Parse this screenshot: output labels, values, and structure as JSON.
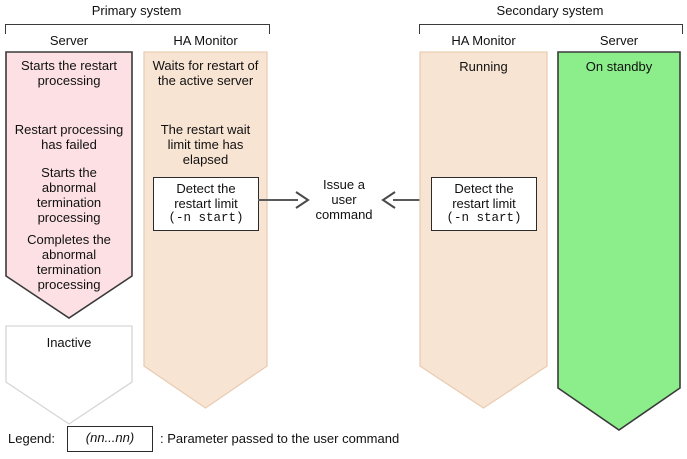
{
  "systems": [
    {
      "id": "primary",
      "title": "Primary system",
      "columns": [
        {
          "id": "primary-server",
          "header": "Server",
          "fill": "#FCE0E4",
          "stroke": "#3a3a3a",
          "lines": [
            "Starts the restart",
            "processing",
            "",
            "",
            "Restart processing",
            "has failed",
            "",
            "Starts the",
            "abnormal",
            "termination",
            "processing",
            "",
            "Completes the",
            "abnormal",
            "termination",
            "processing"
          ]
        },
        {
          "id": "primary-hamonitor",
          "header": "HA Monitor",
          "fill": "#F8E4D3",
          "stroke": "#e2c3a6",
          "lines": [
            "Waits for restart of",
            "the active server",
            "",
            "",
            "The restart wait",
            "limit time has",
            "elapsed"
          ],
          "command_box": {
            "line1": "Detect the",
            "line2": "restart limit",
            "param": "(-n start)"
          }
        }
      ]
    },
    {
      "id": "secondary",
      "title": "Secondary system",
      "columns": [
        {
          "id": "secondary-hamonitor",
          "header": "HA Monitor",
          "fill": "#F8E4D3",
          "stroke": "#e2c3a6",
          "lines": [
            "Running"
          ],
          "command_box": {
            "line1": "Detect the",
            "line2": "restart limit",
            "param": "(-n start)"
          }
        },
        {
          "id": "secondary-server",
          "header": "Server",
          "fill": "#8BEE8B",
          "stroke": "#3a3a3a",
          "lines": [
            "On standby"
          ]
        }
      ]
    }
  ],
  "inactive_box": {
    "label": "Inactive",
    "fill": "#ffffff",
    "stroke": "#d6d6d6"
  },
  "center": {
    "label": "Issue a\nuser\ncommand"
  },
  "legend": {
    "label": "Legend:",
    "box_text": "(nn...nn)",
    "description": ": Parameter passed to the user command"
  },
  "colors": {
    "pink": "#FCE0E4",
    "peach": "#F8E4D3",
    "green": "#8BEE8B",
    "line": "#5a5a5a",
    "text": "#111111"
  }
}
